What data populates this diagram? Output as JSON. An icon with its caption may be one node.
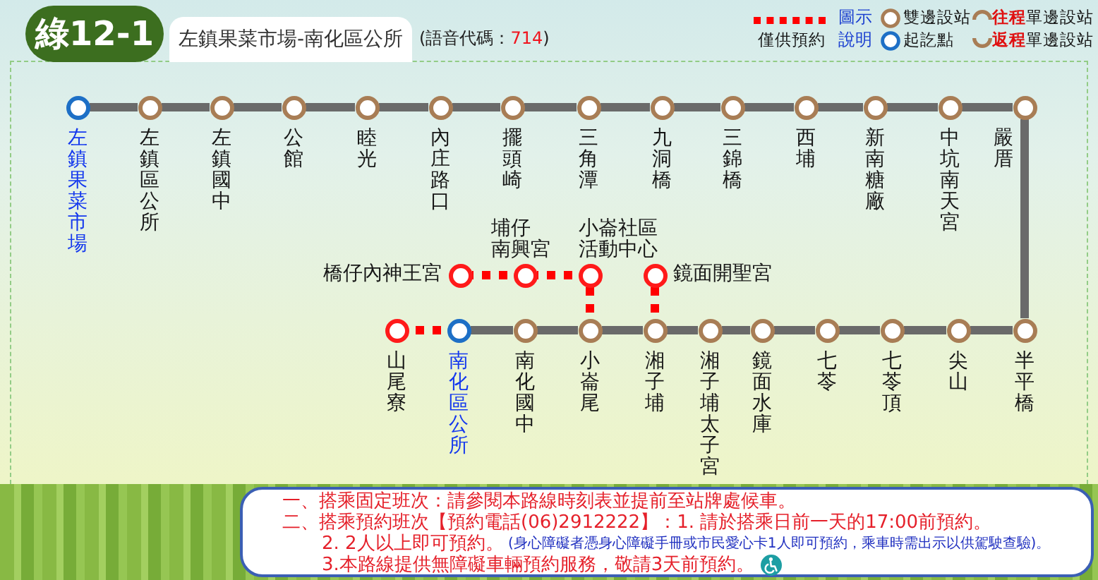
{
  "diagram": {
    "title": "綠12-1",
    "nodes": [
      {
        "text": [
          "左鎮果菜市場"
        ]
      },
      {
        "text": [
          "左鎮區公所"
        ]
      },
      {
        "text": [
          "左鎮國中"
        ]
      },
      {
        "text": [
          "公館"
        ]
      },
      {
        "text": [
          "睦光"
        ]
      },
      {
        "text": [
          "內庄路口"
        ]
      },
      {
        "text": [
          "擺頭崎"
        ]
      },
      {
        "text": [
          "三角潭"
        ]
      },
      {
        "text": [
          "九洞橋"
        ]
      },
      {
        "text": [
          "三錦橋"
        ]
      },
      {
        "text": [
          "西埔"
        ]
      },
      {
        "text": [
          "新南糖廠"
        ]
      },
      {
        "text": [
          "中坑南天宮"
        ]
      },
      {
        "text": [
          "嚴厝"
        ]
      },
      {
        "text": [
          "半平橋"
        ]
      },
      {
        "text": [
          "尖山"
        ]
      },
      {
        "text": [
          "七苓頂"
        ]
      },
      {
        "text": [
          "七苓"
        ]
      },
      {
        "text": [
          "鏡面水庫"
        ]
      },
      {
        "text": [
          "湘子埔太子宮"
        ]
      },
      {
        "text": [
          "湘子埔"
        ]
      },
      {
        "text": [
          "小崙尾"
        ]
      },
      {
        "text": [
          "南化國中"
        ]
      },
      {
        "text": [
          "南化區公所"
        ]
      },
      {
        "text": [
          "山尾寮"
        ]
      },
      {
        "text": [
          "鏡面開聖宮"
        ]
      },
      {
        "text": [
          "小崙社區活動中心"
        ]
      },
      {
        "text": [
          "埔仔南興宮"
        ]
      },
      {
        "text": [
          "橋仔內神王宮"
        ]
      }
    ],
    "edges": [
      {
        "from": 0,
        "to": 1,
        "arrow": "none"
      },
      {
        "from": 1,
        "to": 2,
        "arrow": "none"
      },
      {
        "from": 2,
        "to": 3,
        "arrow": "none"
      },
      {
        "from": 3,
        "to": 4,
        "arrow": "none"
      },
      {
        "from": 4,
        "to": 5,
        "arrow": "none"
      },
      {
        "from": 5,
        "to": 6,
        "arrow": "none"
      },
      {
        "from": 6,
        "to": 7,
        "arrow": "none"
      },
      {
        "from": 7,
        "to": 8,
        "arrow": "none"
      },
      {
        "from": 8,
        "to": 9,
        "arrow": "none"
      },
      {
        "from": 9,
        "to": 10,
        "arrow": "none"
      },
      {
        "from": 10,
        "to": 11,
        "arrow": "none"
      },
      {
        "from": 11,
        "to": 12,
        "arrow": "none"
      },
      {
        "from": 12,
        "to": 13,
        "arrow": "none"
      },
      {
        "from": 13,
        "to": 14,
        "arrow": "none"
      },
      {
        "from": 14,
        "to": 15,
        "arrow": "none"
      },
      {
        "from": 15,
        "to": 16,
        "arrow": "none"
      },
      {
        "from": 16,
        "to": 17,
        "arrow": "none"
      },
      {
        "from": 17,
        "to": 18,
        "arrow": "none"
      },
      {
        "from": 18,
        "to": 19,
        "arrow": "none"
      },
      {
        "from": 19,
        "to": 20,
        "arrow": "none"
      },
      {
        "from": 20,
        "to": 21,
        "arrow": "none"
      },
      {
        "from": 21,
        "to": 22,
        "arrow": "none"
      },
      {
        "from": 22,
        "to": 23,
        "arrow": "none"
      },
      {
        "from": 23,
        "to": 24,
        "arrow": "none",
        "style": "dashed",
        "color": "#ff0000"
      },
      {
        "from": 20,
        "to": 25,
        "arrow": "none",
        "style": "dashed",
        "color": "#ff0000"
      },
      {
        "from": 21,
        "to": 26,
        "arrow": "none",
        "style": "dashed",
        "color": "#ff0000"
      },
      {
        "from": 26,
        "to": 27,
        "arrow": "none",
        "style": "dashed",
        "color": "#ff0000"
      },
      {
        "from": 27,
        "to": 28,
        "arrow": "none",
        "style": "dashed",
        "color": "#ff0000"
      }
    ],
    "labels": [
      "左鎮果菜市場-南化區公所",
      "(語音代碼：**714**)",
      "圖示說明",
      "一、搭乘固定班次：請參閱本路線時刻表並提前至站牌處候車。",
      "二、搭乘預約班次【預約電話(06)2912222】：1. 請於搭乘日前一天的17:00前預約。",
      "2. 2人以上即可預約。",
      "(身心障礙者憑身心障礙手冊或市民愛心卡1人即可預約，乘車時需出示以供駕駛查驗)。",
      "3.本路線提供無障礙車輛預約服務，敬請3天前預約。"
    ],
    "legend": [
      {
        "text": "僅供預約"
      },
      {
        "text": "雙邊設站"
      },
      {
        "text": "起訖點"
      },
      {
        "text": "**往程**單邊設站"
      },
      {
        "text": "**返程**單邊設站"
      }
    ]
  }
}
